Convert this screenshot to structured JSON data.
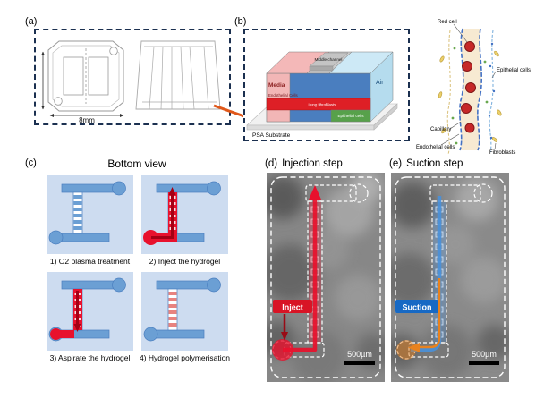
{
  "figure": {
    "a": {
      "label": "(a)",
      "dim": "8mm"
    },
    "b": {
      "label": "(b)",
      "labels": {
        "media": "Media",
        "middle_channel": "Middle channel",
        "air": "Air",
        "endothelial_cells": "Endothelial Cells",
        "lung_fibroblasts": "Lung fibroblasts",
        "epithelial_cells": "Epithelial cells",
        "substrate": "PSA Substrate"
      }
    },
    "cross_section": {
      "red_cell": "Red cell",
      "epithelial_cells": "Epithelial cells",
      "capillary": "Capillary",
      "endothelial_cells": "Endothelial cells",
      "fibroblasts": "Fibroblasts"
    },
    "c": {
      "label": "(c)",
      "title": "Bottom view",
      "steps": [
        {
          "caption": "1) O2 plasma treatment"
        },
        {
          "caption": "2) Inject the hydrogel"
        },
        {
          "caption": "3) Aspirate the hydrogel"
        },
        {
          "caption": "4) Hydrogel polymerisation"
        }
      ]
    },
    "d": {
      "label": "(d)",
      "title": "Injection step",
      "tag": "Inject",
      "scale": "500µm"
    },
    "e": {
      "label": "(e)",
      "title": "Suction step",
      "tag": "Suction",
      "scale": "500µm"
    }
  },
  "colors": {
    "hydrogel_red": "#e8112d",
    "suction_blue": "#1769c4",
    "flow_orange": "#e8821e",
    "chip_blue": "#4a7ebf",
    "tile_channel_blue": "#6b9fd4",
    "tile_background": "#cddcf0"
  }
}
